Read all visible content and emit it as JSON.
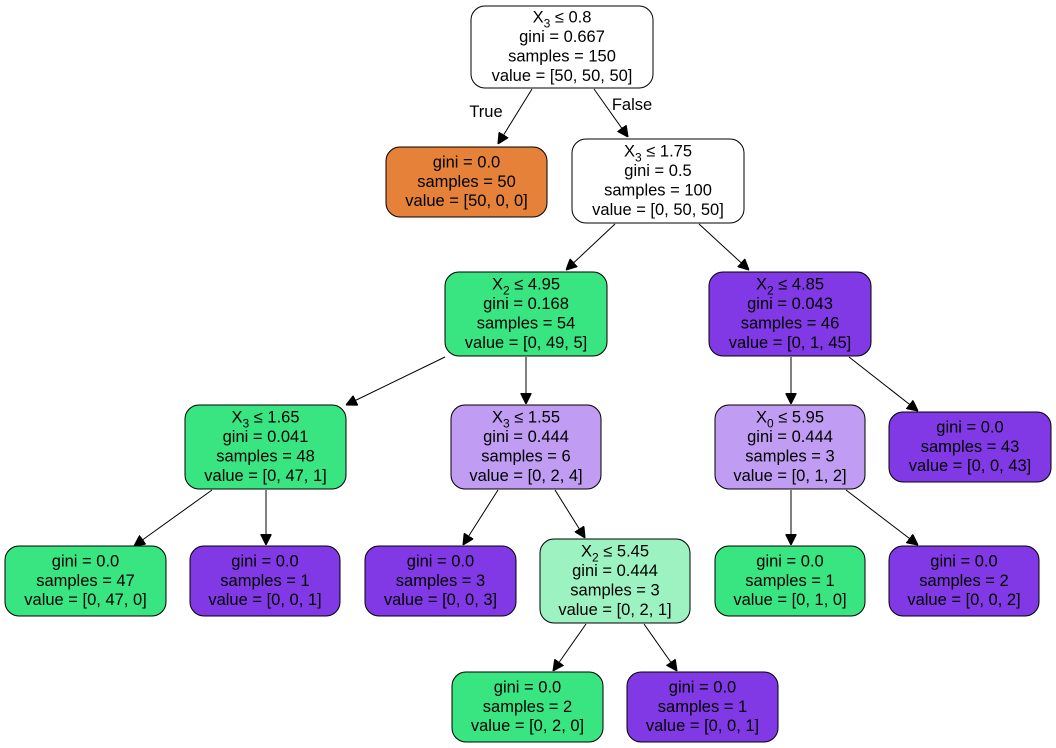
{
  "colors": {
    "white": "#ffffff",
    "orange": "#e58139",
    "green": "#39e581",
    "purple": "#8139e5",
    "light_purple": "#c09cf2",
    "light_green": "#9cf2c0"
  },
  "edge_labels": {
    "true": "True",
    "false": "False"
  },
  "nodes": [
    {
      "id": "n0",
      "color": "white",
      "split": {
        "var": "X",
        "sub": "3",
        "op": " ≤ 0.8"
      },
      "lines": [
        "gini = 0.667",
        "samples = 150",
        "value = [50, 50, 50]"
      ]
    },
    {
      "id": "n1",
      "color": "orange",
      "split": null,
      "lines": [
        "gini = 0.0",
        "samples = 50",
        "value = [50, 0, 0]"
      ]
    },
    {
      "id": "n2",
      "color": "white",
      "split": {
        "var": "X",
        "sub": "3",
        "op": " ≤ 1.75"
      },
      "lines": [
        "gini = 0.5",
        "samples = 100",
        "value = [0, 50, 50]"
      ]
    },
    {
      "id": "n3",
      "color": "green",
      "split": {
        "var": "X",
        "sub": "2",
        "op": " ≤ 4.95"
      },
      "lines": [
        "gini = 0.168",
        "samples = 54",
        "value = [0, 49, 5]"
      ]
    },
    {
      "id": "n4",
      "color": "purple",
      "split": {
        "var": "X",
        "sub": "2",
        "op": " ≤ 4.85"
      },
      "lines": [
        "gini = 0.043",
        "samples = 46",
        "value = [0, 1, 45]"
      ]
    },
    {
      "id": "n5",
      "color": "green",
      "split": {
        "var": "X",
        "sub": "3",
        "op": " ≤ 1.65"
      },
      "lines": [
        "gini = 0.041",
        "samples = 48",
        "value = [0, 47, 1]"
      ]
    },
    {
      "id": "n6",
      "color": "light_purple",
      "split": {
        "var": "X",
        "sub": "3",
        "op": " ≤ 1.55"
      },
      "lines": [
        "gini = 0.444",
        "samples = 6",
        "value = [0, 2, 4]"
      ]
    },
    {
      "id": "n7",
      "color": "light_purple",
      "split": {
        "var": "X",
        "sub": "0",
        "op": " ≤ 5.95"
      },
      "lines": [
        "gini = 0.444",
        "samples = 3",
        "value = [0, 1, 2]"
      ]
    },
    {
      "id": "n8",
      "color": "purple",
      "split": null,
      "lines": [
        "gini = 0.0",
        "samples = 43",
        "value = [0, 0, 43]"
      ]
    },
    {
      "id": "n9",
      "color": "green",
      "split": null,
      "lines": [
        "gini = 0.0",
        "samples = 47",
        "value = [0, 47, 0]"
      ]
    },
    {
      "id": "n10",
      "color": "purple",
      "split": null,
      "lines": [
        "gini = 0.0",
        "samples = 1",
        "value = [0, 0, 1]"
      ]
    },
    {
      "id": "n11",
      "color": "purple",
      "split": null,
      "lines": [
        "gini = 0.0",
        "samples = 3",
        "value = [0, 0, 3]"
      ]
    },
    {
      "id": "n12",
      "color": "light_green",
      "split": {
        "var": "X",
        "sub": "2",
        "op": " ≤ 5.45"
      },
      "lines": [
        "gini = 0.444",
        "samples = 3",
        "value = [0, 2, 1]"
      ]
    },
    {
      "id": "n13",
      "color": "green",
      "split": null,
      "lines": [
        "gini = 0.0",
        "samples = 1",
        "value = [0, 1, 0]"
      ]
    },
    {
      "id": "n14",
      "color": "purple",
      "split": null,
      "lines": [
        "gini = 0.0",
        "samples = 2",
        "value = [0, 0, 2]"
      ]
    },
    {
      "id": "n15",
      "color": "green",
      "split": null,
      "lines": [
        "gini = 0.0",
        "samples = 2",
        "value = [0, 2, 0]"
      ]
    },
    {
      "id": "n16",
      "color": "purple",
      "split": null,
      "lines": [
        "gini = 0.0",
        "samples = 1",
        "value = [0, 0, 1]"
      ]
    }
  ],
  "edges": [
    {
      "from": "n0",
      "to": "n1",
      "label": "true"
    },
    {
      "from": "n0",
      "to": "n2",
      "label": "false"
    },
    {
      "from": "n2",
      "to": "n3"
    },
    {
      "from": "n2",
      "to": "n4"
    },
    {
      "from": "n3",
      "to": "n5"
    },
    {
      "from": "n3",
      "to": "n6"
    },
    {
      "from": "n4",
      "to": "n7"
    },
    {
      "from": "n4",
      "to": "n8"
    },
    {
      "from": "n5",
      "to": "n9"
    },
    {
      "from": "n5",
      "to": "n10"
    },
    {
      "from": "n6",
      "to": "n11"
    },
    {
      "from": "n6",
      "to": "n12"
    },
    {
      "from": "n7",
      "to": "n13"
    },
    {
      "from": "n7",
      "to": "n14"
    },
    {
      "from": "n12",
      "to": "n15"
    },
    {
      "from": "n12",
      "to": "n16"
    }
  ]
}
